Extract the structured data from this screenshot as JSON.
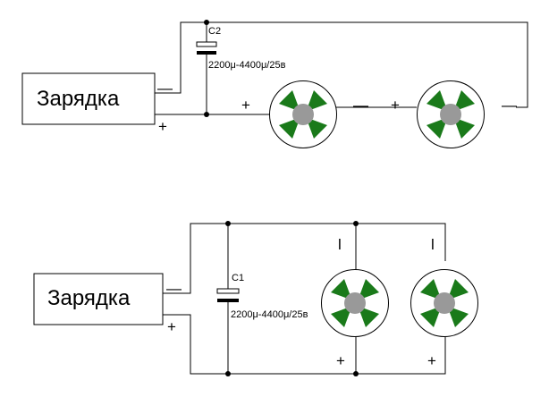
{
  "top_circuit": {
    "charger_label": "Зарядка",
    "charger_minus": "—",
    "charger_plus": "+",
    "capacitor_name": "C2",
    "capacitor_value": "2200μ-4400μ/25в",
    "fan1_plus": "+",
    "fan1_minus": "—",
    "fan2_plus": "+",
    "fan2_minus": "—"
  },
  "bottom_circuit": {
    "charger_label": "Зарядка",
    "charger_minus": "—",
    "charger_plus": "+",
    "capacitor_name": "C1",
    "capacitor_value": "2200μ-4400μ/25в",
    "fan1_minus": "l",
    "fan1_plus": "+",
    "fan2_minus": "l",
    "fan2_plus": "+"
  },
  "colors": {
    "wire": "#000000",
    "fan_blade": "#1a7a1a",
    "fan_hub": "#999999",
    "fan_ring": "#000000"
  },
  "icons": {
    "fan": "fan-icon",
    "capacitor": "polarized-capacitor-icon",
    "junction": "junction-dot"
  }
}
